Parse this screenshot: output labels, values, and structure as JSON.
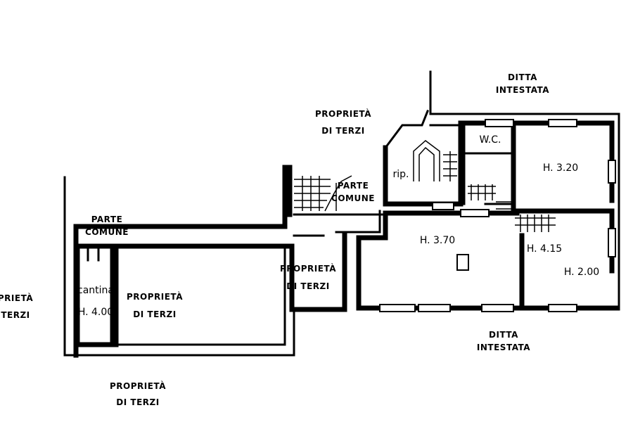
{
  "labels": {
    "ditta_top_1": "DITTA",
    "ditta_top_2": "INTESTATA",
    "ditta_bottom_1": "DITTA",
    "ditta_bottom_2": "INTESTATA",
    "prop_top_1": "PROPRIETÀ",
    "prop_top_2": "DI TERZI",
    "prop_center_1": "PROPRIETÀ",
    "prop_center_2": "DI TERZI",
    "prop_left_room_1": "PROPRIETÀ",
    "prop_left_room_2": "DI TERZI",
    "prop_bottom_1": "PROPRIETÀ",
    "prop_bottom_2": "DI TERZI",
    "prop_edge_1": "PRIETÀ",
    "prop_edge_2": "TERZI",
    "parte_comune_left_1": "PARTE",
    "parte_comune_left_2": "COMUNE",
    "parte_comune_stair_1": "PARTE",
    "parte_comune_stair_2": "COMUNE",
    "wc": "W.C.",
    "rip": "rip.",
    "h320": "H. 3.20",
    "h370": "H. 3.70",
    "h415": "H. 4.15",
    "h200": "H. 2.00",
    "cantina": "cantina",
    "h400": "H. 4.00"
  }
}
